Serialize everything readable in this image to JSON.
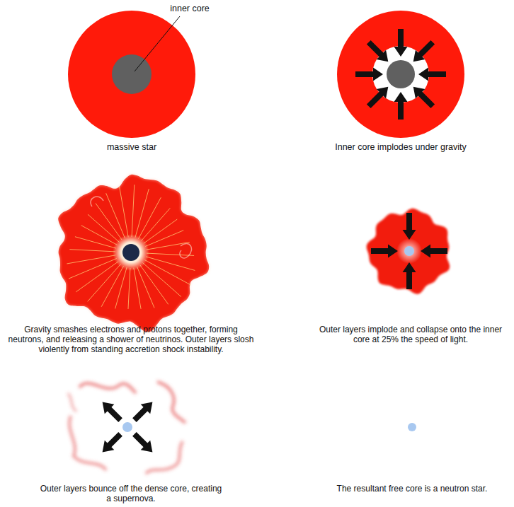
{
  "diagram": {
    "labels": [
      "inner core",
      "massive star",
      "Inner core implodes under gravity",
      "Gravity smashes electrons and protons together, forming neutrons, and releasing a shower of neutrinos. Outer layers slosh violently from standing accretion shock instability.",
      "Outer layers implode and collapse onto the inner core at 25% the speed of light.",
      "Outer layers bounce off the dense core, creating a supernova.",
      "The resultant free core is a neutron star."
    ]
  }
}
